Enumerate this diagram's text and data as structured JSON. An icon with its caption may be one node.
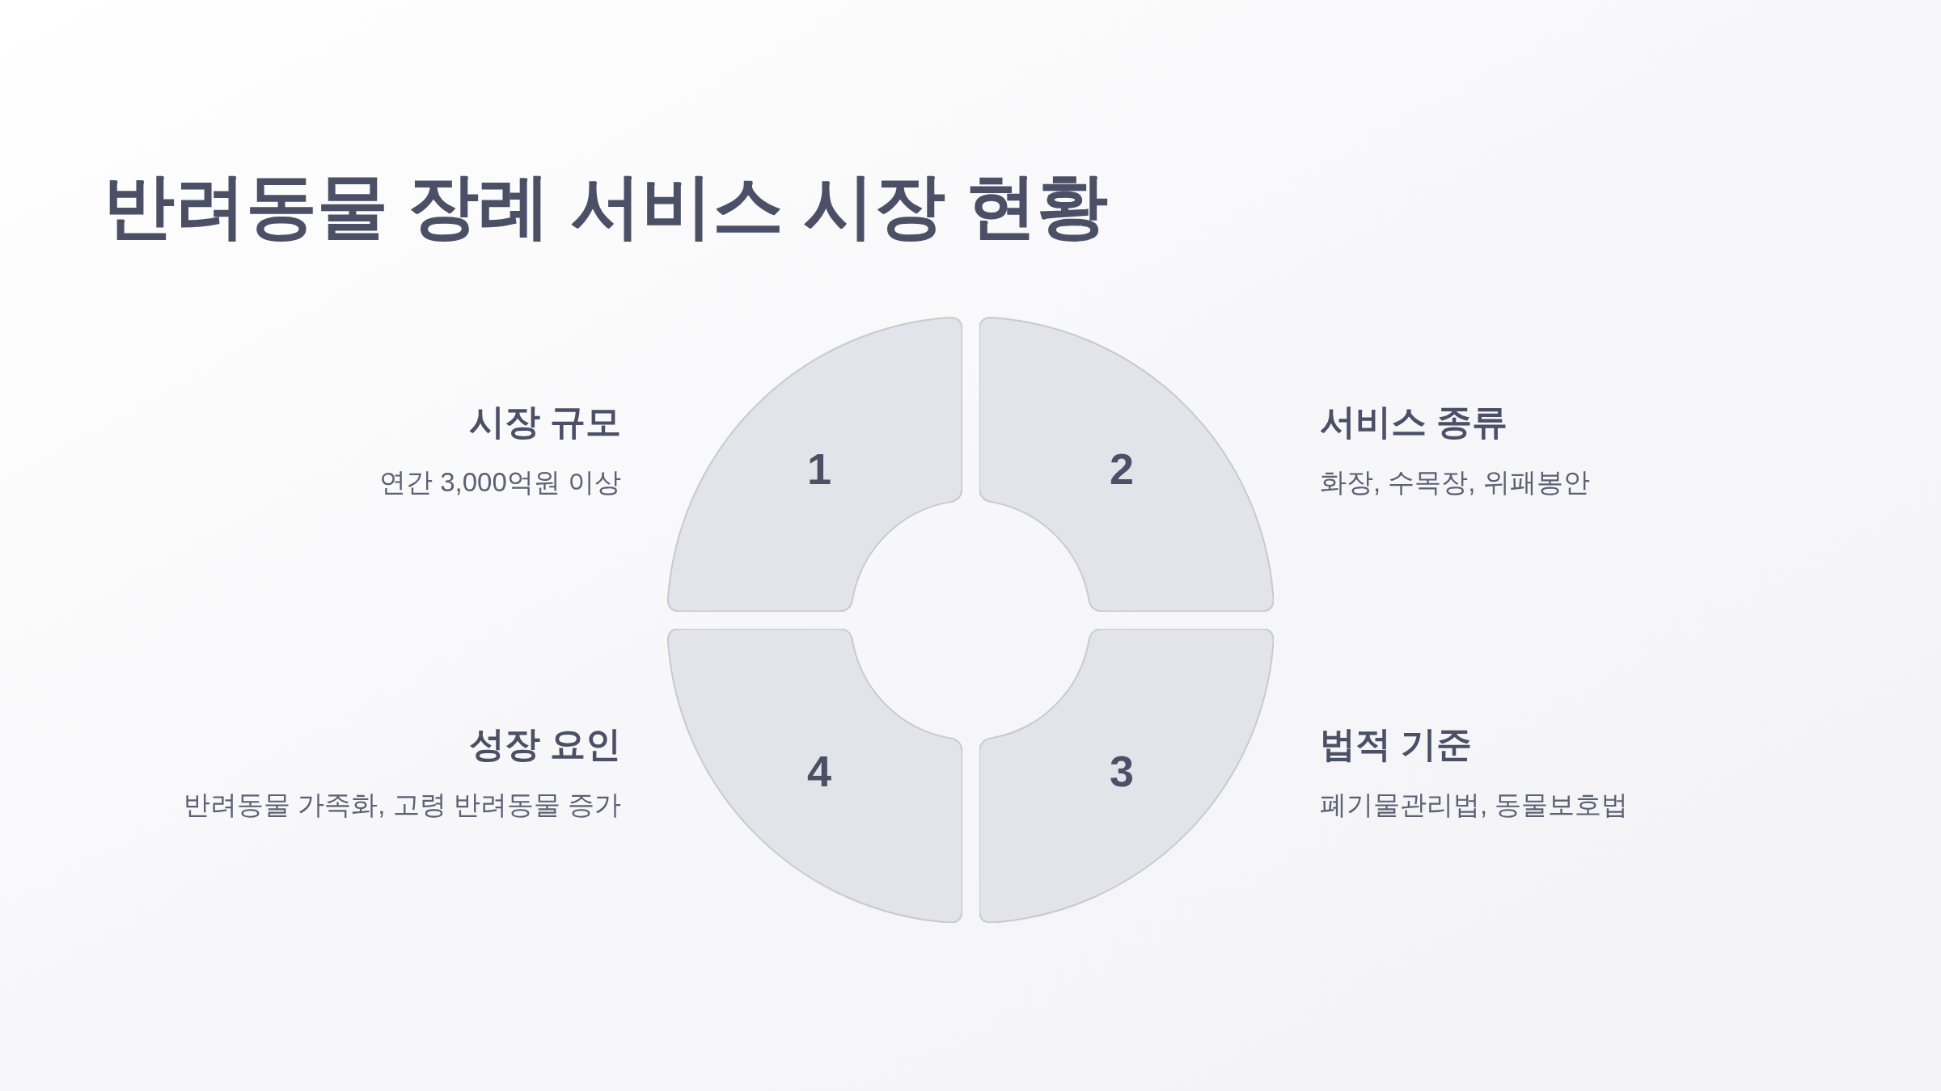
{
  "diagram": {
    "title": "반려동물 장례 서비스 시장 현황",
    "nodes": [
      {
        "text": [
          "1"
        ],
        "beside": [
          "시장 규모",
          "연간 3,000억원 이상"
        ]
      },
      {
        "text": [
          "2"
        ],
        "beside": [
          "서비스 종류",
          "화장, 수목장, 위패봉안"
        ]
      },
      {
        "text": [
          "3"
        ],
        "beside": [
          "법적 기준",
          "폐기물관리법, 동물보호법"
        ]
      },
      {
        "text": [
          "4"
        ],
        "beside": [
          "성장 요인",
          "반려동물 가족화, 고령 반려동물 증가"
        ]
      }
    ]
  }
}
